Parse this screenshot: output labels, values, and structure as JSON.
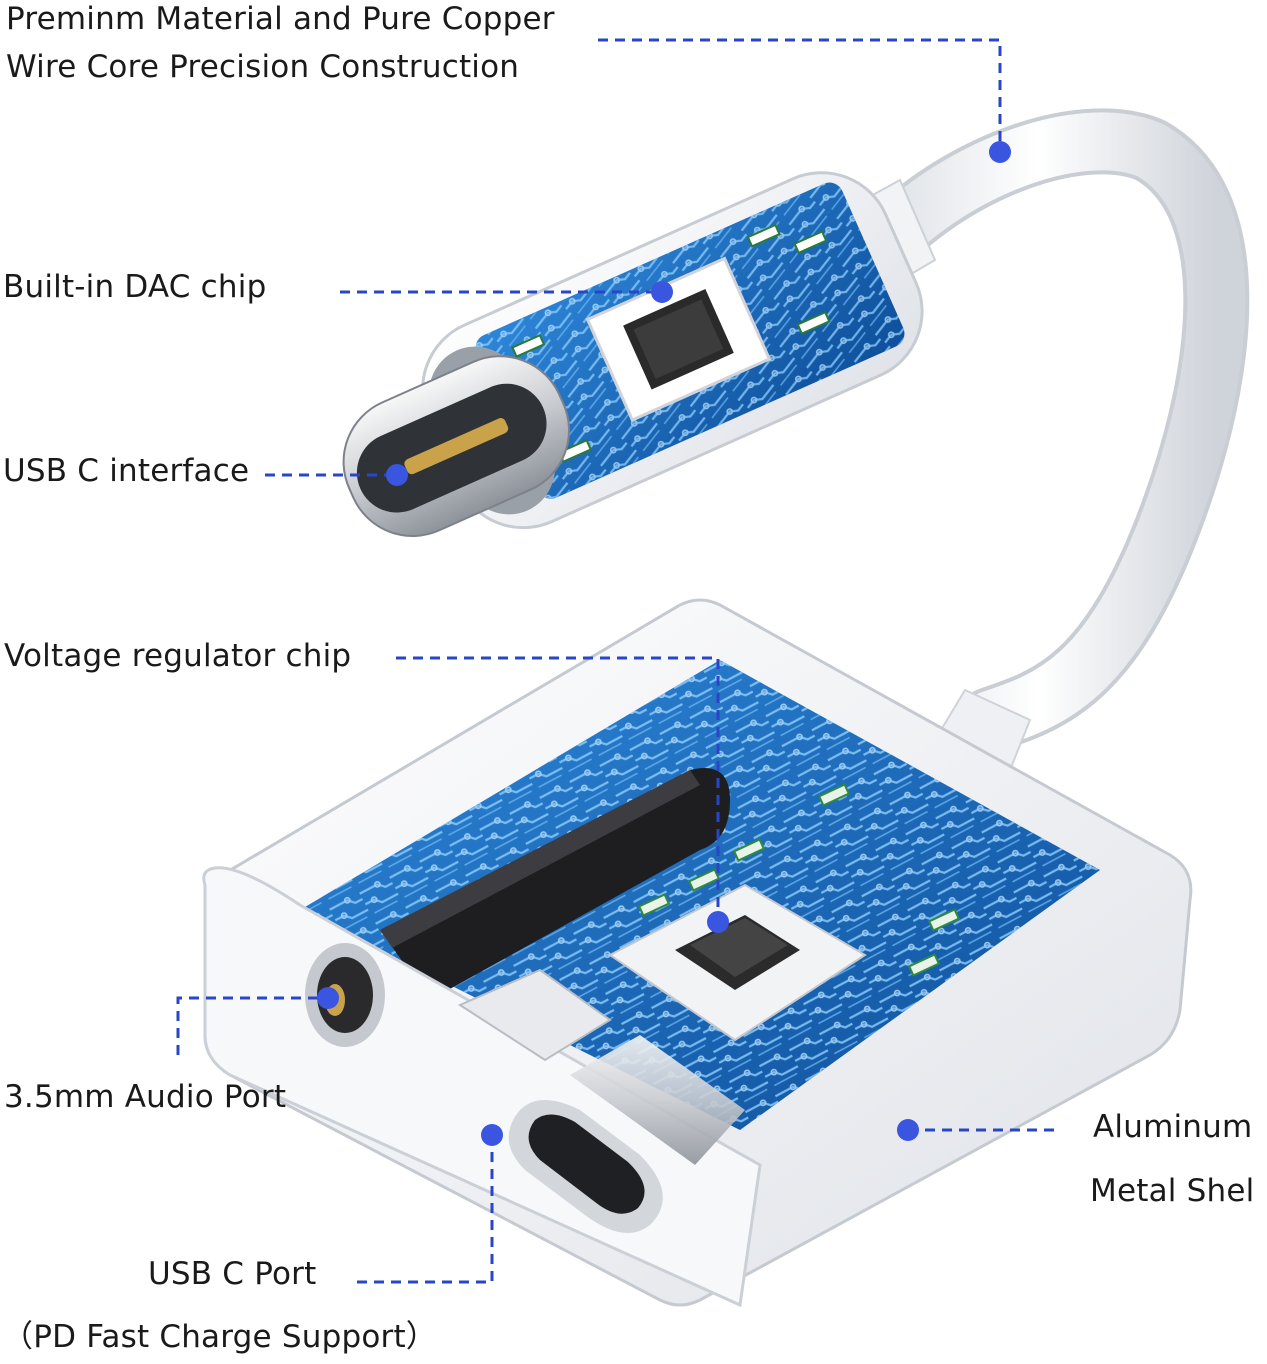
{
  "labels": {
    "material_line1": "Preminm Material and Pure Copper",
    "material_line2": "Wire Core Precision Construction",
    "dac": "Built-in DAC chip",
    "usbc_interface": "USB C interface",
    "voltage": "Voltage regulator chip",
    "audio_port": "3.5mm Audio Port",
    "shell_line1": "Aluminum",
    "shell_line2": "Metal Shel",
    "usbc_port": "USB C Port",
    "pd": "（PD Fast Charge Support）"
  },
  "colors": {
    "callout": "#2a46c8",
    "dot": "#3a55e0",
    "pcb": "#1f6fc4",
    "pcb_trace": "#7fc4ff",
    "shell": "#f4f5f7",
    "chip": "#2a2a2a"
  }
}
